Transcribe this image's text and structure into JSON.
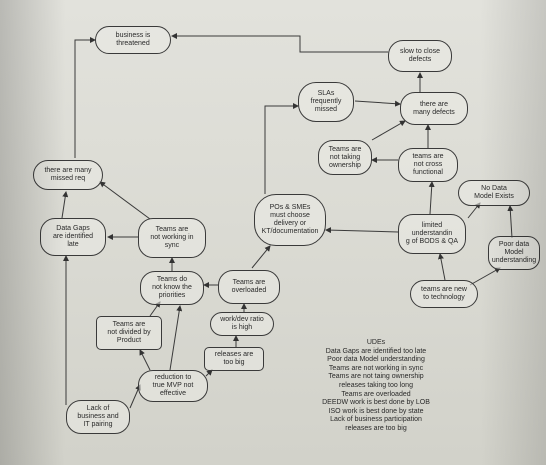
{
  "nodes": [
    {
      "id": "business-threatened",
      "text": "business is\nthreatened"
    },
    {
      "id": "slow-close",
      "text": "slow to close\ndefects"
    },
    {
      "id": "slas-missed",
      "text": "SLAs\nfrequently\nmissed"
    },
    {
      "id": "many-defects",
      "text": "there are\nmany defects"
    },
    {
      "id": "not-taking-ownership",
      "text": "Teams are\nnot taking\nownership"
    },
    {
      "id": "not-cross-functional",
      "text": "teams are\nnot cross\nfunctional"
    },
    {
      "id": "many-missed-req",
      "text": "there are many\nmissed req"
    },
    {
      "id": "no-data-model",
      "text": "No Data\nModel Exists"
    },
    {
      "id": "pos-smes",
      "text": "POs & SMEs\nmust choose\ndelivery or\nKT/documentation"
    },
    {
      "id": "data-gaps",
      "text": "Data Gaps\nare identified\nlate"
    },
    {
      "id": "not-working-sync",
      "text": "Teams are\nnot working in\nsync"
    },
    {
      "id": "limited-understanding",
      "text": "limited\nunderstandin\ng of BODS & QA"
    },
    {
      "id": "poor-data-model",
      "text": "Poor data\nModel\nunderstanding"
    },
    {
      "id": "not-know-priorities",
      "text": "Teams do\nnot know the\npriorities"
    },
    {
      "id": "overloaded",
      "text": "Teams are\noverloaded"
    },
    {
      "id": "new-tech",
      "text": "teams are new\nto technology"
    },
    {
      "id": "not-divided",
      "text": "Teams are\nnot divided by\nProduct"
    },
    {
      "id": "work-dev-ratio",
      "text": "work/dev ratio\nis high"
    },
    {
      "id": "releases-big",
      "text": "releases are\ntoo big"
    },
    {
      "id": "reduction-mvp",
      "text": "reduction to\ntrue MVP not\neffective"
    },
    {
      "id": "lack-business-it",
      "text": "Lack of\nbusiness and\nIT pairing"
    }
  ],
  "legend": {
    "title": "UDEs",
    "items": [
      "Data Gaps are identified too late",
      "Poor data Model understanding",
      "Teams are not working in sync",
      "Teams are not taing ownership",
      "releases taking too long",
      "Teams are overloaded",
      "DEEDW work is best done by LOB",
      "ISO work is best done by state",
      "Lack of business participation",
      "releases are too big"
    ]
  },
  "colors": {
    "ink": "#2a2a2a",
    "paper": "#e0e0da"
  }
}
